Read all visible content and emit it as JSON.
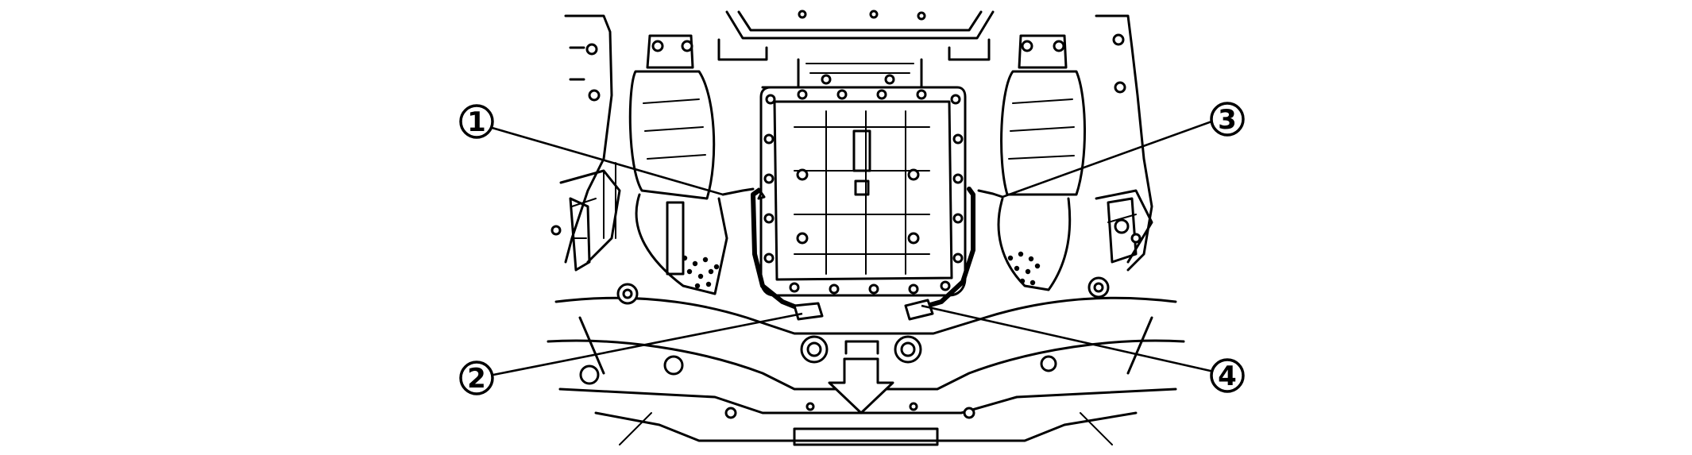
{
  "callouts": [
    {
      "id": "callout-1",
      "label": "1"
    },
    {
      "id": "callout-2",
      "label": "2"
    },
    {
      "id": "callout-3",
      "label": "3"
    },
    {
      "id": "callout-4",
      "label": "4"
    }
  ],
  "icons": {
    "front_arrow": "down-arrow-icon"
  }
}
